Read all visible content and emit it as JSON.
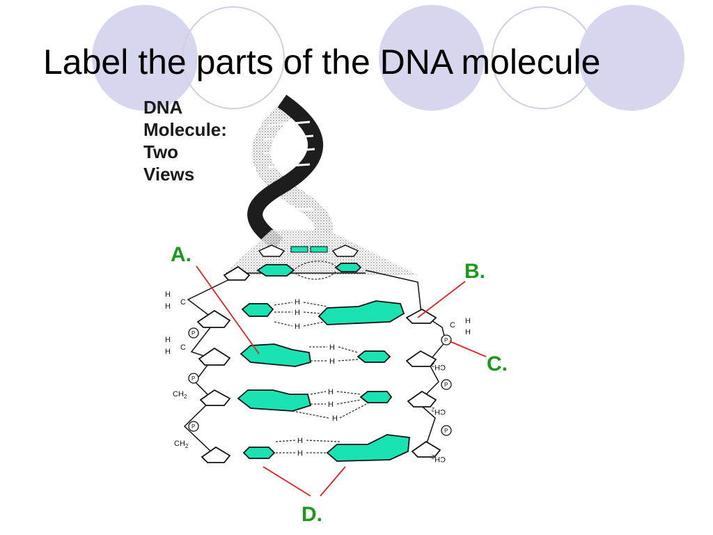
{
  "title": "Label the parts of the DNA molecule",
  "caption": [
    "DNA",
    "Molecule:",
    "Two",
    "Views"
  ],
  "labels": {
    "a": "A.",
    "b": "B.",
    "c": "C.",
    "d": "D."
  },
  "atoms": {
    "h": "H",
    "c": "C",
    "ch2": "CH",
    "sub2": "2",
    "p": "P"
  },
  "colors": {
    "base": "#19e3b1",
    "label": "#1a9a1a",
    "leader": "#e02020",
    "circle_fill": "#d6d6ee",
    "circle_outline": "#c8c8e4"
  }
}
